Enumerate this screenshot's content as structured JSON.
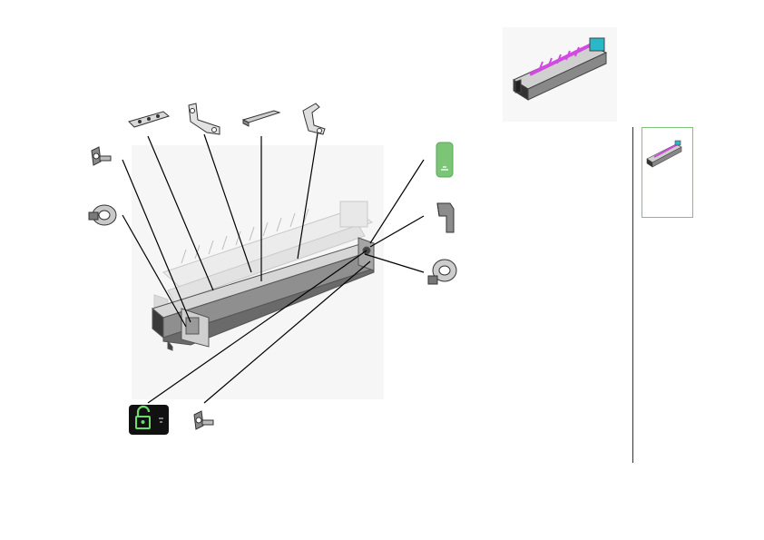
{
  "diagram": {
    "parts": [
      {
        "id": "screw-top-left",
        "icon": "screw-icon"
      },
      {
        "id": "bushing-left",
        "icon": "bushing-icon"
      },
      {
        "id": "bracket-plate-small",
        "icon": "bracket-icon"
      },
      {
        "id": "bracket-l-left",
        "icon": "bracket-icon"
      },
      {
        "id": "bracket-bar",
        "icon": "bracket-icon"
      },
      {
        "id": "bracket-l-right",
        "icon": "bracket-icon"
      },
      {
        "id": "green-tab",
        "icon": "tab-icon"
      },
      {
        "id": "lever",
        "icon": "lever-icon"
      },
      {
        "id": "gear-bushing-right",
        "icon": "gear-icon"
      },
      {
        "id": "unlock-badge",
        "icon": "unlock-icon"
      },
      {
        "id": "screw-bottom",
        "icon": "screw-icon"
      }
    ],
    "colors": {
      "accent_green": "#7cc576",
      "badge_black": "#111111",
      "unlock_green": "#6cdc6c",
      "leader_line": "#000000",
      "highlight_magenta": "#d24be0",
      "highlight_cyan": "#2ab8c8"
    }
  },
  "overview_image": {
    "icon": "fuser-unit-icon"
  },
  "thumbnail": {
    "icon": "fuser-unit-thumbnail-icon",
    "selected": true
  }
}
